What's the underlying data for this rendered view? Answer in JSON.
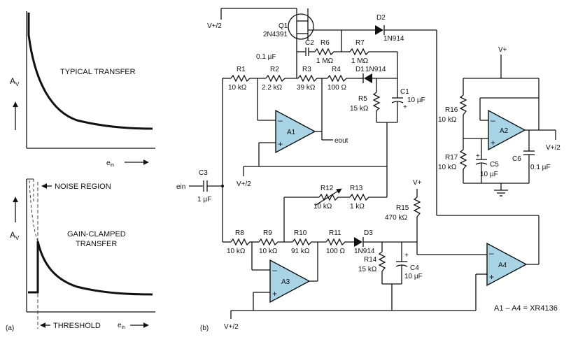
{
  "panel_a": {
    "label": "(a)",
    "top_graph": {
      "y_axis": "A",
      "y_sub": "V",
      "x_axis": "e",
      "x_sub": "in",
      "title": "TYPICAL TRANSFER"
    },
    "bottom_graph": {
      "y_axis": "A",
      "y_sub": "V",
      "x_axis": "e",
      "x_sub": "in",
      "noise": "NOISE REGION",
      "title_line1": "GAIN-CLAMPED",
      "title_line2": "TRANSFER",
      "threshold": "THRESHOLD"
    }
  },
  "panel_b": {
    "label": "(b)",
    "note": "A1 – A4 = XR4136",
    "supply_half": "V+/2",
    "supply": "V+",
    "components": {
      "q1_name": "Q1",
      "q1_part": "2N4391",
      "d2_name": "D2",
      "d2_part": "1N914",
      "c2_val": "0.1 µF",
      "c2_name": "C2",
      "r6_name": "R6",
      "r6_val": "1 MΩ",
      "r7_name": "R7",
      "r7_val": "1 MΩ",
      "r1_name": "R1",
      "r1_val": "10 kΩ",
      "r2_name": "R2",
      "r2_val": "2.2 kΩ",
      "r3_name": "R3",
      "r3_val": "39 kΩ",
      "r4_name": "R4",
      "r4_val": "100 Ω",
      "d1_name": "D1",
      "d1_part": "1N914",
      "c1_name": "C1",
      "c1_val": "10 µF",
      "r5_name": "R5",
      "r5_val": "15 kΩ",
      "a1": "A1",
      "eout": "eout",
      "c3_name": "C3",
      "c3_val": "1 µF",
      "ein": "ein",
      "r12_name": "R12",
      "r12_val": "10 kΩ",
      "r13_name": "R13",
      "r13_val": "1 kΩ",
      "r15_name": "R15",
      "r15_val": "470 kΩ",
      "r8_name": "R8",
      "r8_val": "10 kΩ",
      "r9_name": "R9",
      "r9_val": "10 kΩ",
      "r10_name": "R10",
      "r10_val": "91 kΩ",
      "r11_name": "R11",
      "r11_val": "100 Ω",
      "d3_name": "D3",
      "d3_part": "1N914",
      "r14_name": "R14",
      "r14_val": "15 kΩ",
      "c4_name": "C4",
      "c4_val": "10 µF",
      "a3": "A3",
      "a4": "A4",
      "a2": "A2",
      "r16_name": "R16",
      "r16_val": "10 kΩ",
      "r17_name": "R17",
      "r17_val": "10 kΩ",
      "c5_name": "C5",
      "c5_val": "10 µF",
      "c6_name": "C6",
      "c6_val": "0.1 µF"
    }
  }
}
